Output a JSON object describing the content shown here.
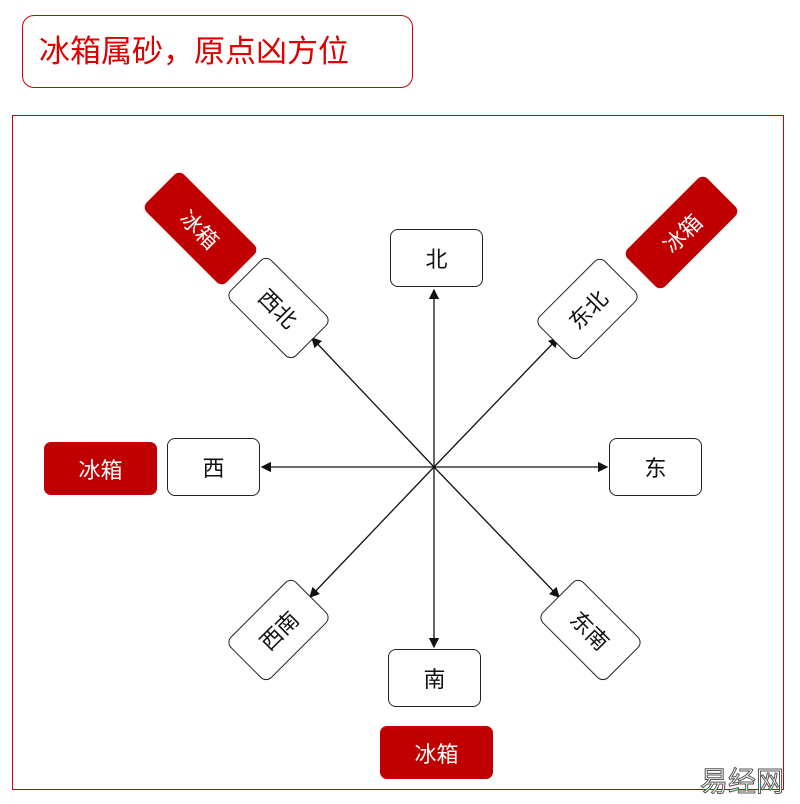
{
  "title": "冰箱属砂，原点凶方位",
  "directions": {
    "n": "北",
    "ne": "东北",
    "e": "东",
    "se": "东南",
    "s": "南",
    "sw": "西南",
    "w": "西",
    "nw": "西北"
  },
  "fridge_label": "冰箱",
  "watermark": "易经网",
  "colors": {
    "accent": "#c00000"
  }
}
